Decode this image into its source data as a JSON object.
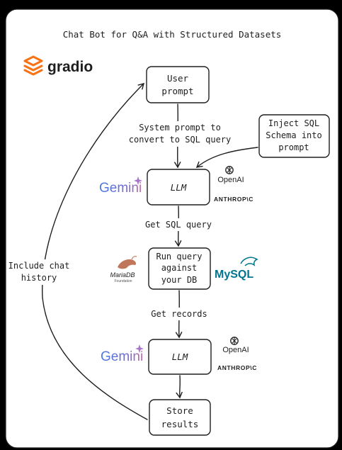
{
  "title": "Chat Bot for Q&A with Structured Datasets",
  "brand": {
    "name": "gradio",
    "color": "#f97316"
  },
  "nodes": {
    "user_prompt": [
      "User",
      "prompt"
    ],
    "inject_schema": [
      "Inject SQL",
      "Schema into",
      "prompt"
    ],
    "llm_1": "LLM",
    "run_query": [
      "Run query",
      "against",
      "your DB"
    ],
    "llm_2": "LLM",
    "store_results": [
      "Store",
      "results"
    ]
  },
  "edges": {
    "system_prompt": [
      "System prompt to",
      "convert to SQL query"
    ],
    "get_sql": "Get SQL query",
    "get_records": "Get records",
    "chat_history": [
      "Include chat",
      "history"
    ]
  },
  "logos": {
    "gemini": "Gemini",
    "openai": "OpenAI",
    "anthropic": "ANTHROP\\C",
    "mariadb": "MariaDB",
    "mariadb_sub": "Foundation",
    "mysql": "MySQL"
  },
  "colors": {
    "gemini": "#3d6fd8",
    "mariadb": "#c0765a",
    "mysql_blue": "#00758f",
    "mysql_orange": "#f29111"
  },
  "icons": [
    "gradio-logo-icon",
    "openai-logo-icon",
    "mariadb-seal-icon",
    "mysql-dolphin-icon"
  ]
}
